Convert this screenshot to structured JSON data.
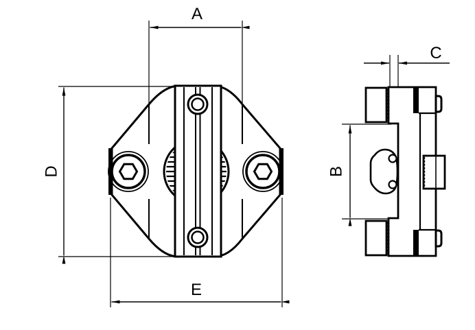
{
  "drawing": {
    "kind": "technical drawing - shaft clamp, front and side view",
    "background_color": "#ffffff",
    "line_color": "#000000",
    "dimension_labels": {
      "A": "A",
      "B": "B",
      "C": "C",
      "D": "D",
      "E": "E"
    }
  }
}
